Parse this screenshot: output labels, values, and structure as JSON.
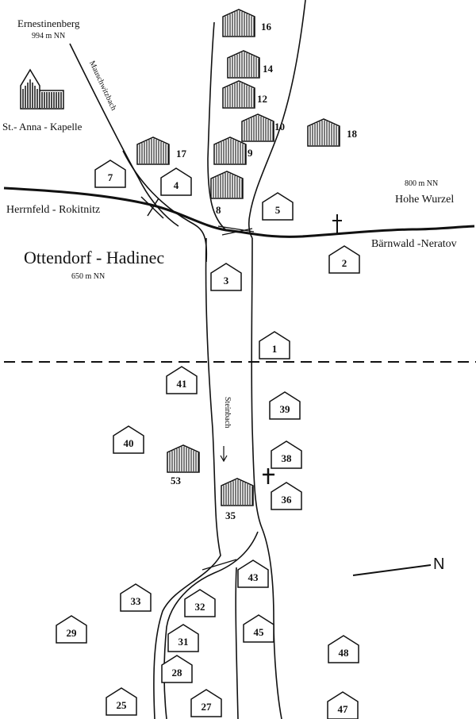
{
  "map": {
    "places": {
      "ernestinenberg": "Ernestinenberg",
      "ernestinenberg_elev": "994 m NN",
      "chapel": "St.- Anna - Kapelle",
      "village": "Ottendorf - Hadinec",
      "village_elev": "650 m   NN",
      "hohe_wurzel": "Hohe Wurzel",
      "hohe_wurzel_elev": "800 m NN"
    },
    "roads": {
      "west": "Herrnfeld - Rokitnitz",
      "east": "Bärnwald -Neratov"
    },
    "streams": {
      "mauschwitzbach": "Mauschwitzbach",
      "steinbach": "Steinbach"
    },
    "north_marker": "N",
    "houses": [
      {
        "number": "16",
        "kind": "ruin"
      },
      {
        "number": "14",
        "kind": "ruin"
      },
      {
        "number": "12",
        "kind": "ruin"
      },
      {
        "number": "10",
        "kind": "ruin"
      },
      {
        "number": "18",
        "kind": "ruin"
      },
      {
        "number": "17",
        "kind": "ruin"
      },
      {
        "number": "9",
        "kind": "ruin"
      },
      {
        "number": "8",
        "kind": "ruin"
      },
      {
        "number": "7",
        "kind": "house"
      },
      {
        "number": "4",
        "kind": "house"
      },
      {
        "number": "5",
        "kind": "house"
      },
      {
        "number": "2",
        "kind": "house"
      },
      {
        "number": "3",
        "kind": "house"
      },
      {
        "number": "1",
        "kind": "house"
      },
      {
        "number": "41",
        "kind": "house"
      },
      {
        "number": "39",
        "kind": "house"
      },
      {
        "number": "40",
        "kind": "house"
      },
      {
        "number": "38",
        "kind": "house"
      },
      {
        "number": "53",
        "kind": "ruin"
      },
      {
        "number": "36",
        "kind": "house"
      },
      {
        "number": "35",
        "kind": "ruin"
      },
      {
        "number": "43",
        "kind": "house"
      },
      {
        "number": "33",
        "kind": "house"
      },
      {
        "number": "32",
        "kind": "house"
      },
      {
        "number": "29",
        "kind": "house"
      },
      {
        "number": "45",
        "kind": "house"
      },
      {
        "number": "31",
        "kind": "house"
      },
      {
        "number": "48",
        "kind": "house"
      },
      {
        "number": "28",
        "kind": "house"
      },
      {
        "number": "25",
        "kind": "house"
      },
      {
        "number": "27",
        "kind": "house"
      },
      {
        "number": "47",
        "kind": "house"
      }
    ]
  }
}
